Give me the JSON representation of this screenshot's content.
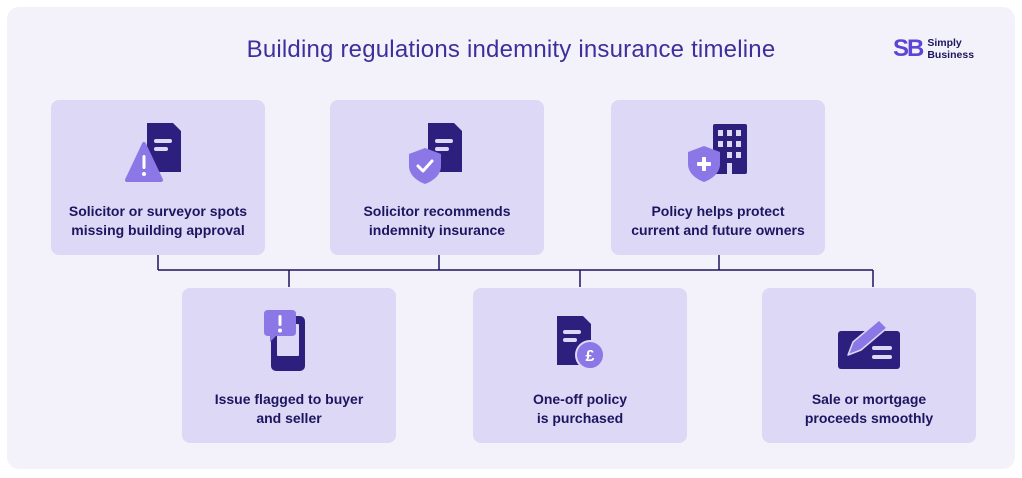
{
  "title": "Building regulations indemnity insurance timeline",
  "logo": {
    "mark": "SB",
    "line1": "Simply",
    "line2": "Business"
  },
  "colors": {
    "panel": "#f3f2fa",
    "box": "#dcd8f5",
    "icon_dark": "#2c1f7e",
    "icon_light": "#8b78e6",
    "text": "#1d1560",
    "title": "#3d2f9c"
  },
  "steps": [
    {
      "icon": "document-warning-icon",
      "lines": [
        "Solicitor or surveyor spots",
        "missing building approval"
      ]
    },
    {
      "icon": "document-shield-check-icon",
      "lines": [
        "Solicitor recommends",
        "indemnity insurance"
      ]
    },
    {
      "icon": "building-shield-plus-icon",
      "lines": [
        "Policy helps protect",
        "current and future owners"
      ]
    },
    {
      "icon": "phone-alert-icon",
      "lines": [
        "Issue flagged to buyer",
        "and seller"
      ]
    },
    {
      "icon": "document-pound-icon",
      "lines": [
        "One-off policy",
        "is purchased"
      ]
    },
    {
      "icon": "cheque-pen-icon",
      "lines": [
        "Sale or mortgage",
        "proceeds smoothly"
      ]
    }
  ]
}
